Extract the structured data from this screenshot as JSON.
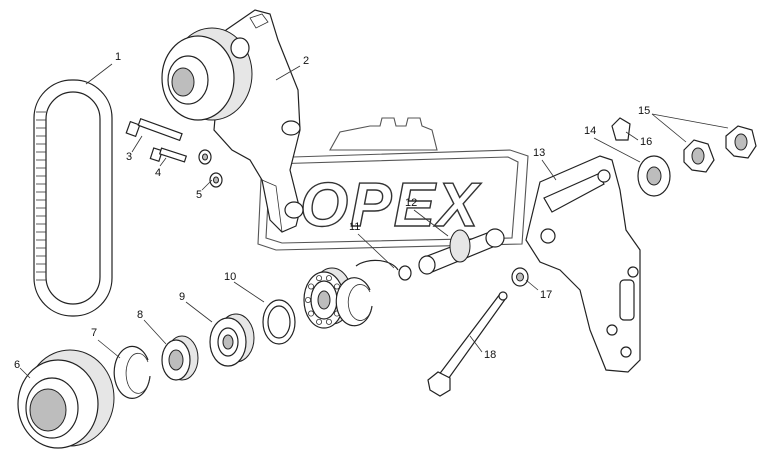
{
  "watermark": {
    "text": "OPEX"
  },
  "callouts": [
    "1",
    "2",
    "3",
    "4",
    "5",
    "6",
    "7",
    "8",
    "9",
    "10",
    "11",
    "12",
    "13",
    "14",
    "15",
    "16",
    "17",
    "18"
  ],
  "colors": {
    "line": "#222222",
    "background": "#ffffff",
    "shade": "#e6e6e6"
  }
}
